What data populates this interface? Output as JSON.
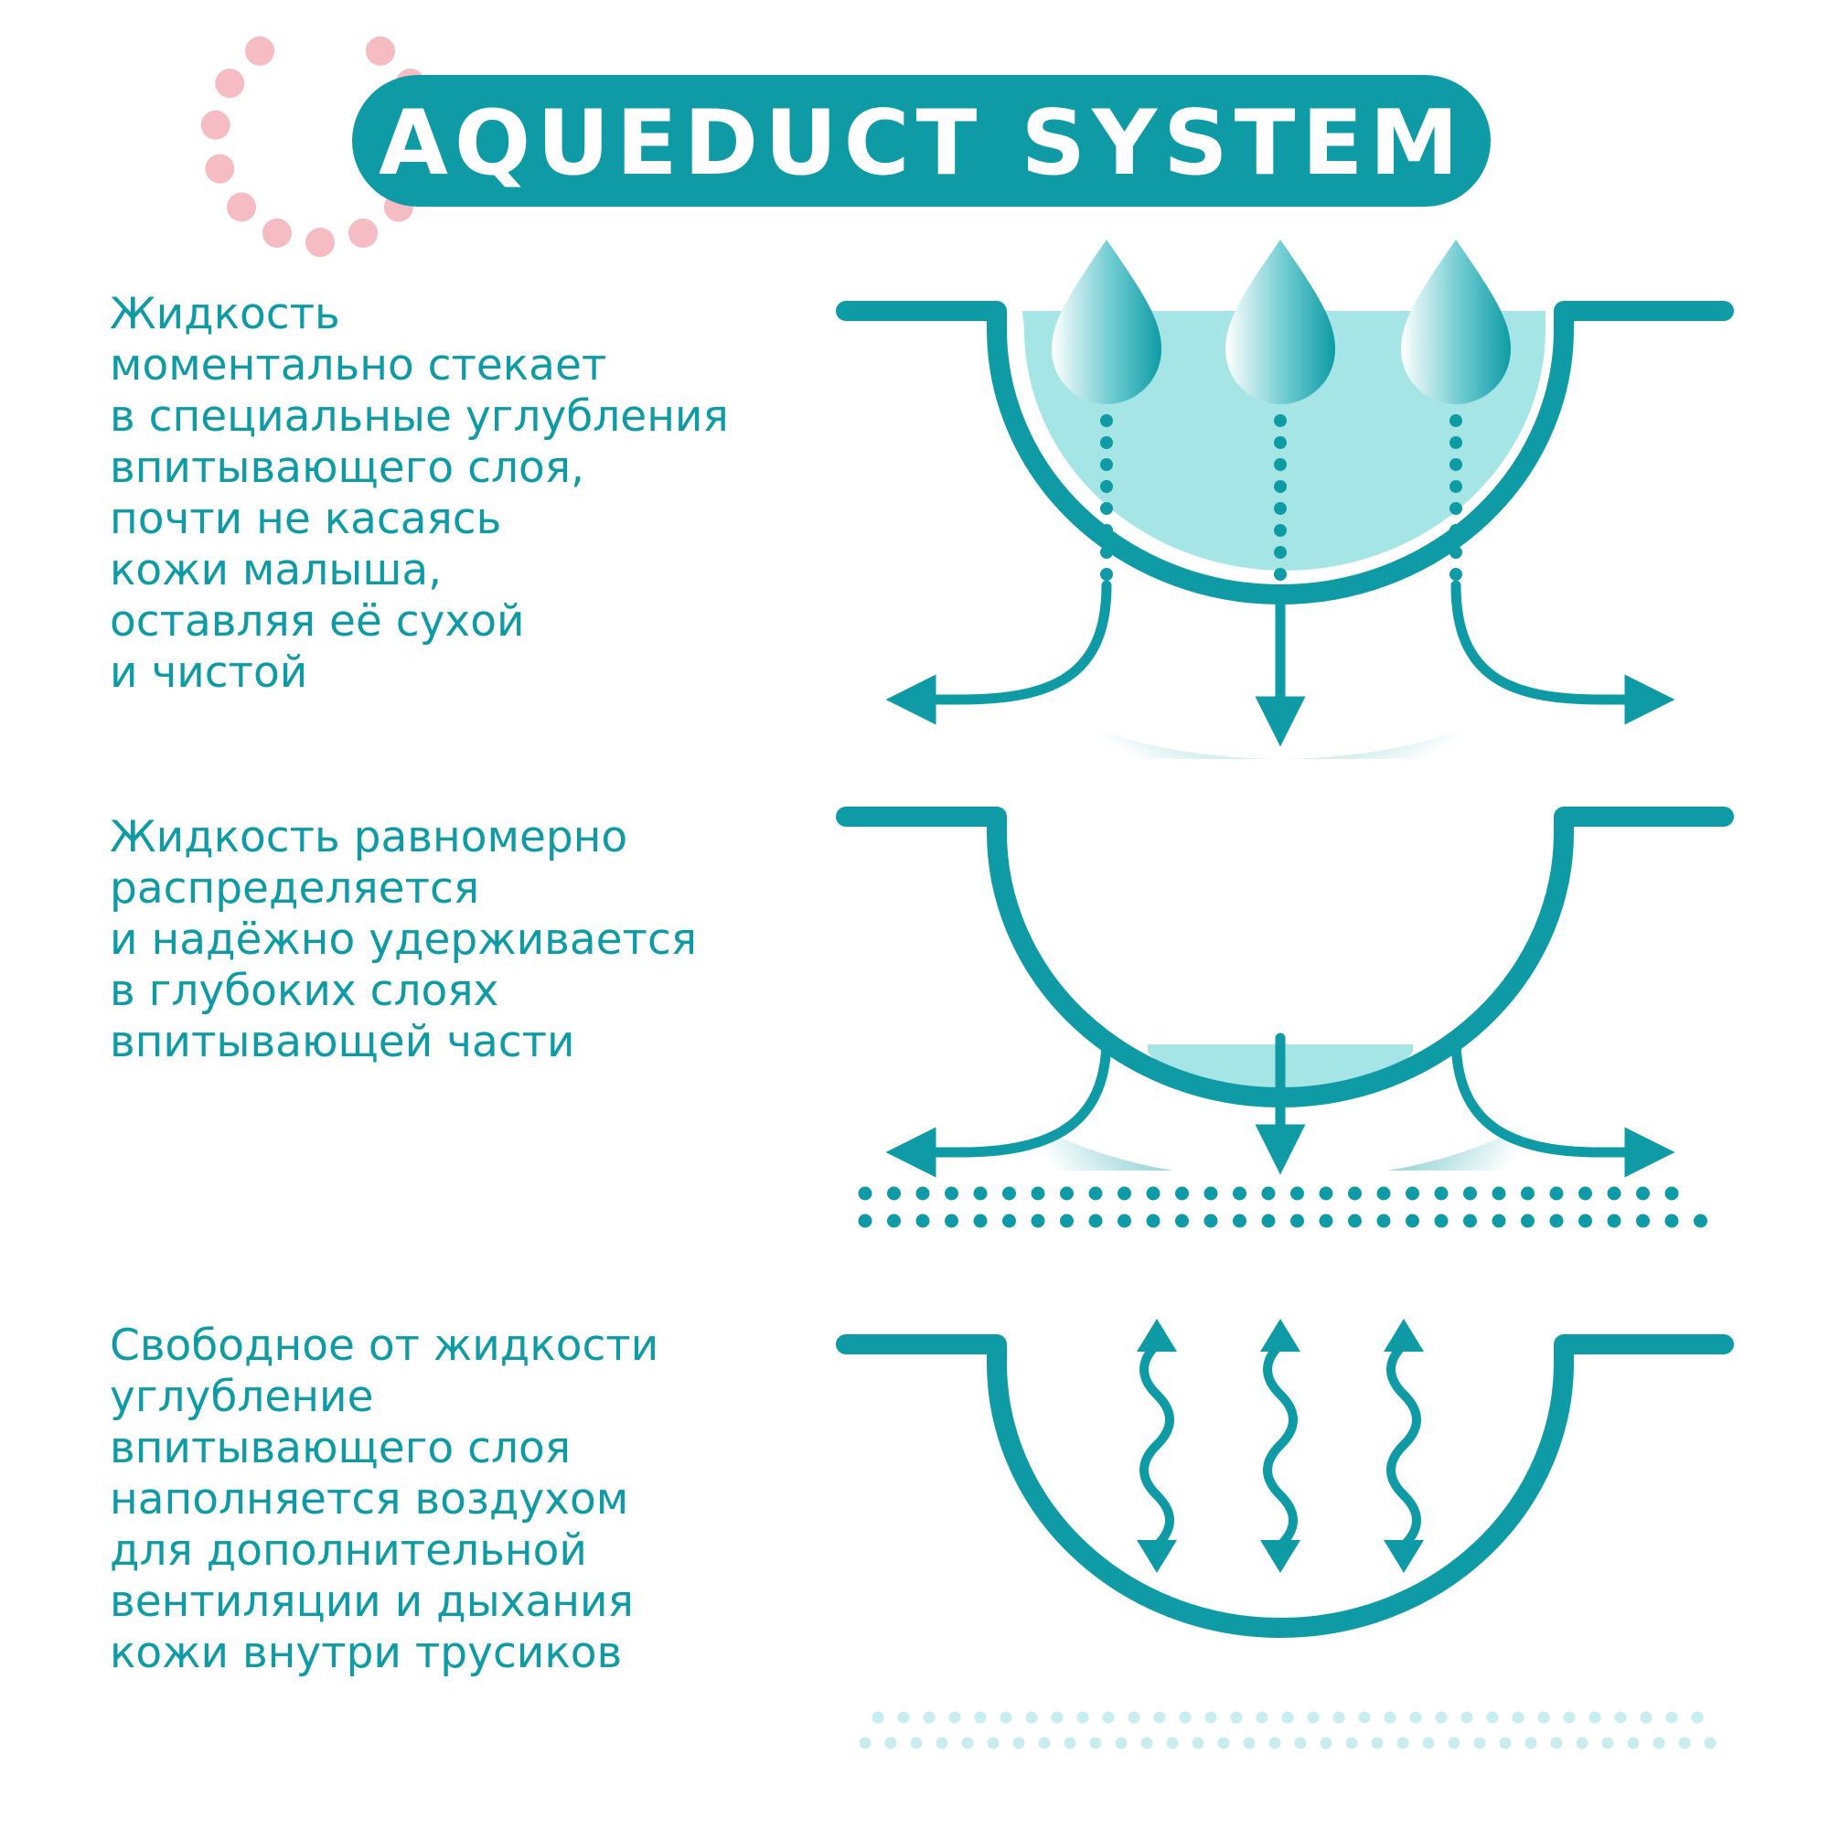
{
  "title": "AQUEDUCT SYSTEM",
  "colors": {
    "teal": "#0f9ba5",
    "light_teal": "#a6e5e6",
    "pink": "#f5bcc3",
    "text": "#0f9ba5"
  },
  "sections": [
    {
      "lines": [
        "Жидкость",
        "моментально стекает",
        "в специальные углубления",
        "впитывающего слоя,",
        "почти не касаясь",
        "кожи малыша,",
        "оставляя её сухой",
        "и чистой"
      ]
    },
    {
      "lines": [
        "Жидкость равномерно",
        "распределяется",
        "и надёжно удерживается",
        "в глубоких слоях",
        "впитывающей части"
      ]
    },
    {
      "lines": [
        "Свободное от жидкости",
        "углубление",
        "впитывающего слоя",
        "наполняется воздухом",
        "для дополнительной",
        "вентиляции и дыхания",
        "кожи внутри трусиков"
      ]
    }
  ]
}
